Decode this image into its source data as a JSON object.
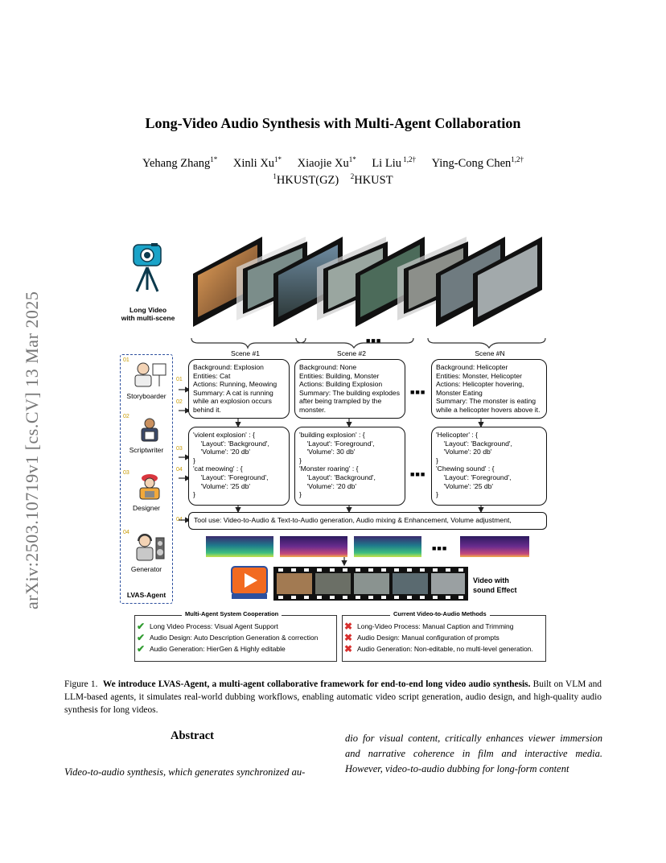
{
  "arxiv_stamp": "arXiv:2503.10719v1  [cs.CV]  13 Mar 2025",
  "title": "Long-Video Audio Synthesis with Multi-Agent Collaboration",
  "authors": [
    {
      "name": "Yehang Zhang",
      "sup": "1*"
    },
    {
      "name": "Xinli Xu",
      "sup": "1*"
    },
    {
      "name": "Xiaojie Xu",
      "sup": "1*"
    },
    {
      "name": "Li Liu",
      "sup": " 1,2†"
    },
    {
      "name": "Ying-Cong Chen",
      "sup": "1,2†"
    }
  ],
  "affiliations": [
    {
      "sup": "1",
      "name": "HKUST(GZ)"
    },
    {
      "sup": "2",
      "name": "HKUST"
    }
  ],
  "figure": {
    "long_video_label_1": "Long Video",
    "long_video_label_2": "with multi-scene",
    "scenes": [
      "Scene #1",
      "Scene #2",
      "Scene #N"
    ],
    "roles": [
      "Storyboarder",
      "Scriptwriter",
      "Designer",
      "Generator"
    ],
    "agent_label": "LVAS-Agent",
    "role_badges": [
      "01",
      "02",
      "03",
      "04"
    ],
    "step_markers": [
      "01",
      "02",
      "03",
      "04",
      "04"
    ],
    "storyboard_texts": [
      "Background: Explosion\nEntities: Cat\nActions: Running, Meowing\nSummary: A cat is running\nwhile an explosion occurs\nbehind it.",
      "Background: None\nEntities: Building, Monster\nActions: Building Explosion\nSummary: The building explodes\nafter being trampled by the\nmonster.",
      "Background: Helicopter\nEntities: Monster, Helicopter\nActions: Helicopter hovering,\nMonster Eating\nSummary: The monster is eating\nwhile a helicopter hovers above it."
    ],
    "script_texts": [
      "'violent explosion' : {\n    'Layout': 'Background',\n    'Volume': '20 db'\n}\n'cat meowing' : {\n    'Layout': 'Foreground',\n    'Volume': '25 db'\n}",
      "'building explosion' : {\n    'Layout': 'Foreground',\n    'Volume': 30 db'\n}\n'Monster roaring' : {\n    'Layout': 'Background',\n    'Volume': '20 db'\n}",
      "'Helicopter' : {\n    'Layout': 'Background',\n    'Volume': 20 db'\n}\n'Chewing sound' : {\n    'Layout': 'Foreground',\n    'Volume': '25 db'\n}"
    ],
    "tool_use": "Tool use: Video-to-Audio & Text-to-Audio generation, Audio mixing & Enhancement, Volume adjustment,",
    "video_with_sound_1": "Video with",
    "video_with_sound_2": "sound Effect",
    "legend_left_title": "Multi-Agent System Cooperation",
    "legend_left": [
      "Long Video Process:  Visual Agent Support",
      "Audio Design:  Auto Description Generation  & correction",
      "Audio Generation: HierGen & Highly editable"
    ],
    "legend_right_title": "Current Video-to-Audio Methods",
    "legend_right": [
      "Long-Video Process: Manual Caption and Trimming",
      "Audio Design: Manual configuration of prompts",
      "Audio Generation: Non-editable, no multi-level generation."
    ],
    "colors": {
      "accent_gold": "#c79a00",
      "check_green": "#2e9b2e",
      "cross_red": "#d8302e",
      "play_orange": "#f26a21",
      "film_blue": "#2c4f9e"
    },
    "icons": [
      "camera-tripod-icon",
      "storyboarder-icon",
      "scriptwriter-icon",
      "designer-icon",
      "generator-icon",
      "play-icon",
      "check-icon",
      "cross-icon"
    ]
  },
  "caption": {
    "label": "Figure 1.",
    "bold": "We introduce LVAS-Agent, a multi-agent collaborative framework for end-to-end long video audio synthesis.",
    "rest": "Built on VLM and LLM-based agents, it simulates real-world dubbing workflows, enabling automatic video script generation, audio design, and high-quality audio synthesis for long videos."
  },
  "abstract": {
    "heading": "Abstract",
    "left": "Video-to-audio synthesis, which generates synchronized au-",
    "right": "dio for visual content, critically enhances viewer immersion and narrative coherence in film and interactive media. However, video-to-audio dubbing for long-form content"
  }
}
